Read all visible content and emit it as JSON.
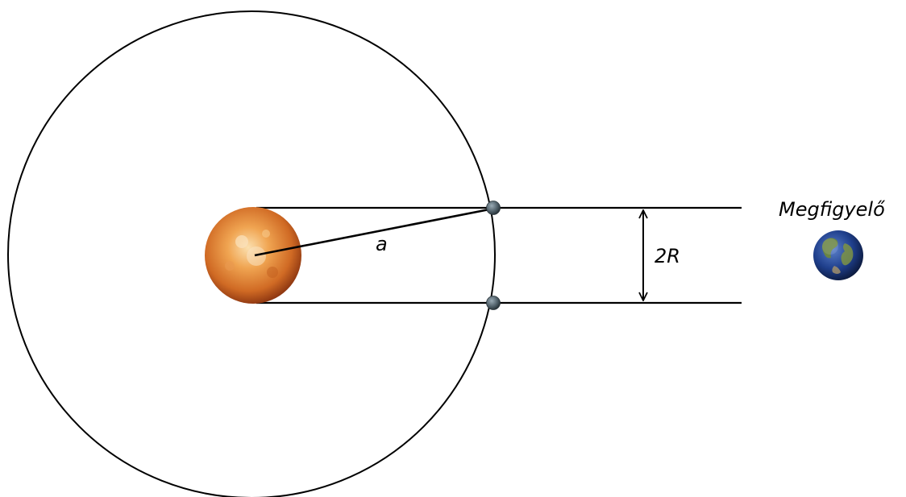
{
  "labels": {
    "radius": "a",
    "width": "2R",
    "observer": "Megfigyelő"
  },
  "colors": {
    "line": "#000000",
    "planet": "#4a5a63",
    "star_light": "#f6c47a",
    "star_mid": "#d97a2c",
    "star_dark": "#8a3410",
    "earth_ocean": "#1f3f8c",
    "earth_land": "#6f8a3a"
  },
  "icons": {
    "star": "sun-icon",
    "observer": "earth-icon",
    "planet": "planet-icon"
  }
}
